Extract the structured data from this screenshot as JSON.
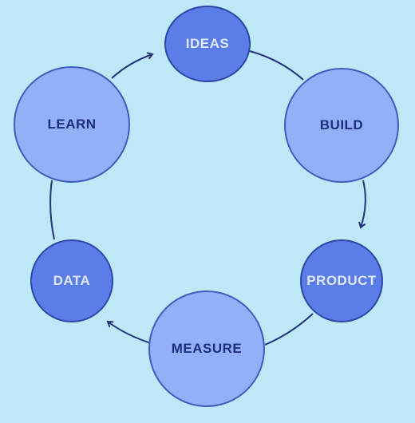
{
  "diagram": {
    "nodes": [
      {
        "id": "ideas",
        "label": "IDEAS"
      },
      {
        "id": "build",
        "label": "BUILD"
      },
      {
        "id": "product",
        "label": "PRODUCT"
      },
      {
        "id": "measure",
        "label": "MEASURE"
      },
      {
        "id": "data",
        "label": "DATA"
      },
      {
        "id": "learn",
        "label": "LEARN"
      }
    ],
    "cycle": [
      "ideas",
      "build",
      "product",
      "measure",
      "data",
      "learn"
    ],
    "colors": {
      "background": "#bde8f8",
      "small_node_fill": "#5a7de8",
      "large_node_fill": "#92b0f7",
      "small_node_text": "#dfe8ff",
      "large_node_text": "#1b2f7c",
      "connector": "#26327a"
    }
  }
}
